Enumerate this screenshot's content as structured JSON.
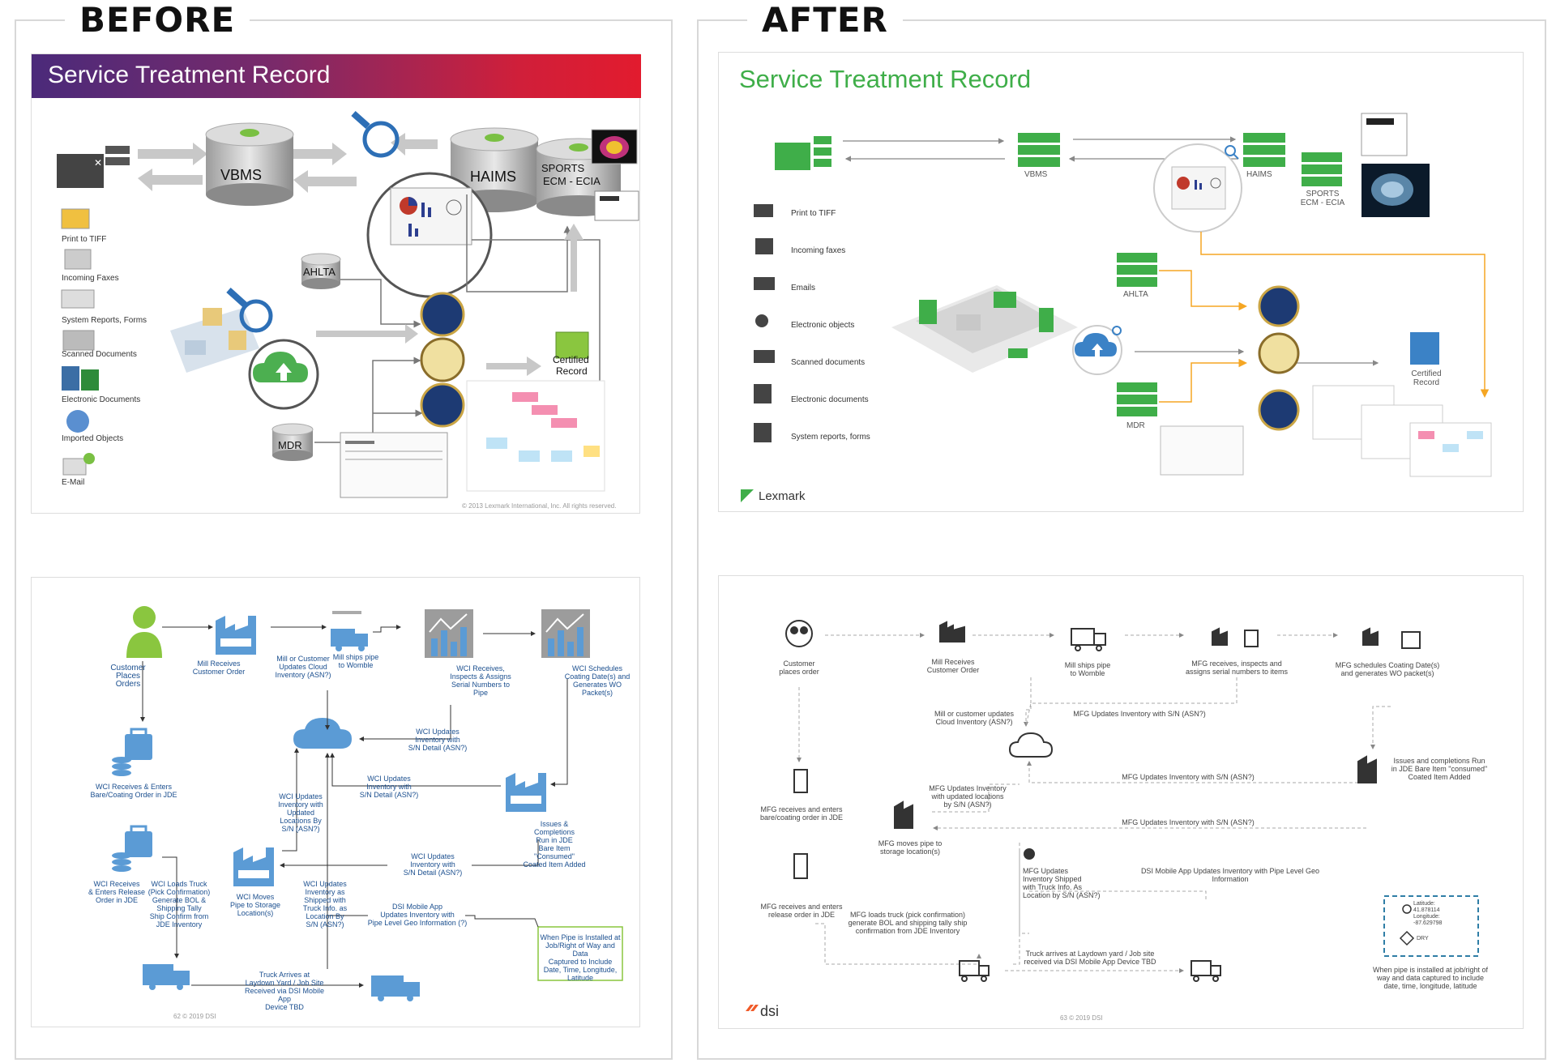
{
  "headers": {
    "before": "BEFORE",
    "after": "AFTER"
  },
  "before_str": {
    "title": "Service Treatment Record",
    "vbms": "VBMS",
    "haims": "HAIMS",
    "sports": "SPORTS\nECM - ECIA",
    "ahlta": "AHLTA",
    "mdr": "MDR",
    "certified": "Certified\nRecord",
    "copyright": "© 2013 Lexmark International, Inc. All rights reserved.",
    "inputs": [
      "Print to TIFF",
      "Incoming Faxes",
      "System Reports, Forms",
      "Scanned Documents",
      "Electronic Documents",
      "Imported Objects",
      "E-Mail"
    ]
  },
  "after_str": {
    "title": "Service Treatment Record",
    "vbms": "VBMS",
    "haims": "HAIMS",
    "sports": "SPORTS\nECM - ECIA",
    "ahlta": "AHLTA",
    "mdr": "MDR",
    "certified": "Certified\nRecord",
    "brand": "Lexmark",
    "inputs": [
      "Print to TIFF",
      "Incoming faxes",
      "Emails",
      "Electronic objects",
      "Scanned documents",
      "Electronic documents",
      "System reports, forms"
    ]
  },
  "before_flow": {
    "customer": "Customer\nPlaces\nOrders",
    "mill_receives": "Mill Receives\nCustomer Order",
    "mill_or_customer": "Mill or Customer\nUpdates Cloud\nInventory (ASN?)",
    "mill_ships": "Mill ships pipe\nto Womble",
    "wci_receives": "WCI Receives,\nInspects & Assigns\nSerial Numbers to\nPipe",
    "wci_schedules": "WCI Schedules\nCoating Date(s) and\nGenerates WO\nPacket(s)",
    "wci_updates_sn": "WCI Updates\nInventory with\nS/N Detail (ASN?)",
    "wci_updates_sn2": "WCI Updates\nInventory with\nS/N Detail (ASN?)",
    "wci_receives_bare": "WCI Receives & Enters\nBare/Coating Order in JDE",
    "issues": "Issues &\nCompletions\nRun in JDE\nBare Item\n\"Consumed\"\nCoated Item Added",
    "wci_updates_locations": "WCI Updates\nInventory with\nUpdated\nLocations By\nS/N (ASN?)",
    "wci_updates_sn3": "WCI Updates\nInventory with\nS/N Detail (ASN?)",
    "wci_moves": "WCI Moves\nPipe to Storage\nLocation(s)",
    "wci_release": "WCI Receives\n& Enters Release\nOrder in JDE",
    "wci_loads": "WCI Loads Truck\n(Pick Confirmation)\nGenerate BOL &\nShipping Tally\nShip Confirm from\nJDE Inventory",
    "wci_updates_truck": "WCI Updates\nInventory as\nShipped with\nTruck Info. as\nLocation By\nS/N (ASN?)",
    "dsi_mobile": "DSI Mobile App\nUpdates Inventory with\nPipe Level Geo Information (?)",
    "when_pipe": "When Pipe is Installed at\nJob/Right of Way and Data\nCaptured to Include\nDate, Time, Longitude,\nLatitude",
    "truck_arrives": "Truck Arrives at\nLaydown Yard / Job Site\nReceived via DSI Mobile App\nDevice TBD",
    "footer": "62     © 2019 DSI"
  },
  "after_flow": {
    "customer": "Customer\nplaces order",
    "mill_receives": "Mill Receives\nCustomer Order",
    "mill_ships": "Mill ships pipe\nto Womble",
    "mfg_receives": "MFG receives, inspects and\nassigns serial numbers to items",
    "mfg_schedules": "MFG schedules Coating Date(s)\nand generates WO packet(s)",
    "mill_or_customer": "Mill or customer updates\nCloud Inventory (ASN?)",
    "mfg_updates_sn": "MFG Updates Inventory with S/N (ASN?)",
    "issues": "Issues and completions Run\nin JDE Bare Item \"consumed\"\nCoated Item Added",
    "mfg_updates_sn2": "MFG Updates Inventory with S/N (ASN?)",
    "mfg_enters_bare": "MFG receives and enters\nbare/coating order in JDE",
    "mfg_updates_locations": "MFG Updates Inventory\nwith updated locations\nby S/N (ASN?)",
    "mfg_updates_sn3": "MFG Updates Inventory with S/N (ASN?)",
    "mfg_moves": "MFG moves pipe to\nstorage location(s)",
    "mfg_updates_truck": "MFG Updates\nInventory Shipped\nwith Truck Info. As\nLocation by S/N (ASN?)",
    "dsi_mobile": "DSI Mobile App Updates Inventory with Pipe Level Geo Information",
    "mfg_release": "MFG receives and enters\nrelease order in JDE",
    "mfg_loads": "MFG loads truck (pick confirmation)\ngenerate BOL and shipping tally ship\nconfirmation from JDE Inventory",
    "truck_arrives": "Truck arrives at Laydown yard / Job site\nreceived via DSI Mobile App Device TBD",
    "geo_lat": "Latitude:\n41.878114",
    "geo_lon": "Longitude:\n-87.629798",
    "geo_dry": "DRY",
    "when_pipe": "When pipe is installed at job/right of\nway and data captured to include\ndate, time, longitude, latitude",
    "brand": "dsi",
    "footer": "63     © 2019 DSI"
  },
  "colors": {
    "green": "#3fae49",
    "blue": "#3b82c6",
    "orange": "#f5a623",
    "darkblue": "#1b4f8f"
  }
}
